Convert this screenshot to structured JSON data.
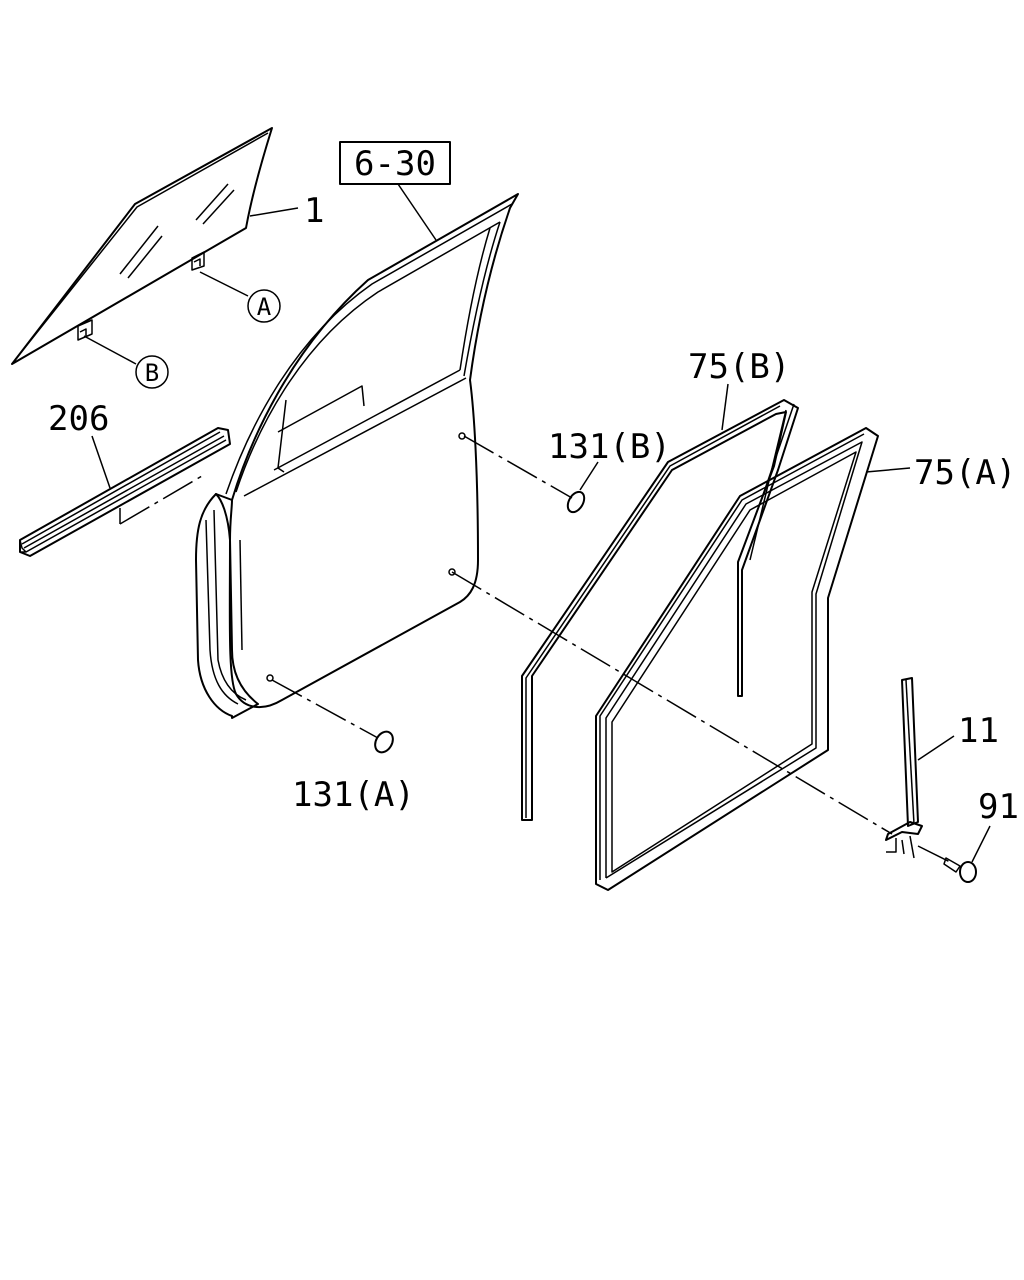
{
  "labels": {
    "glass": "1",
    "bracket_a": "A",
    "bracket_b": "B",
    "ref": "6-30",
    "weatherstrip_outer": "206",
    "plug_b": "131(B)",
    "plug_a": "131(A)",
    "seal_b": "75(B)",
    "seal_a": "75(A)",
    "sash": "11",
    "screw": "91"
  }
}
